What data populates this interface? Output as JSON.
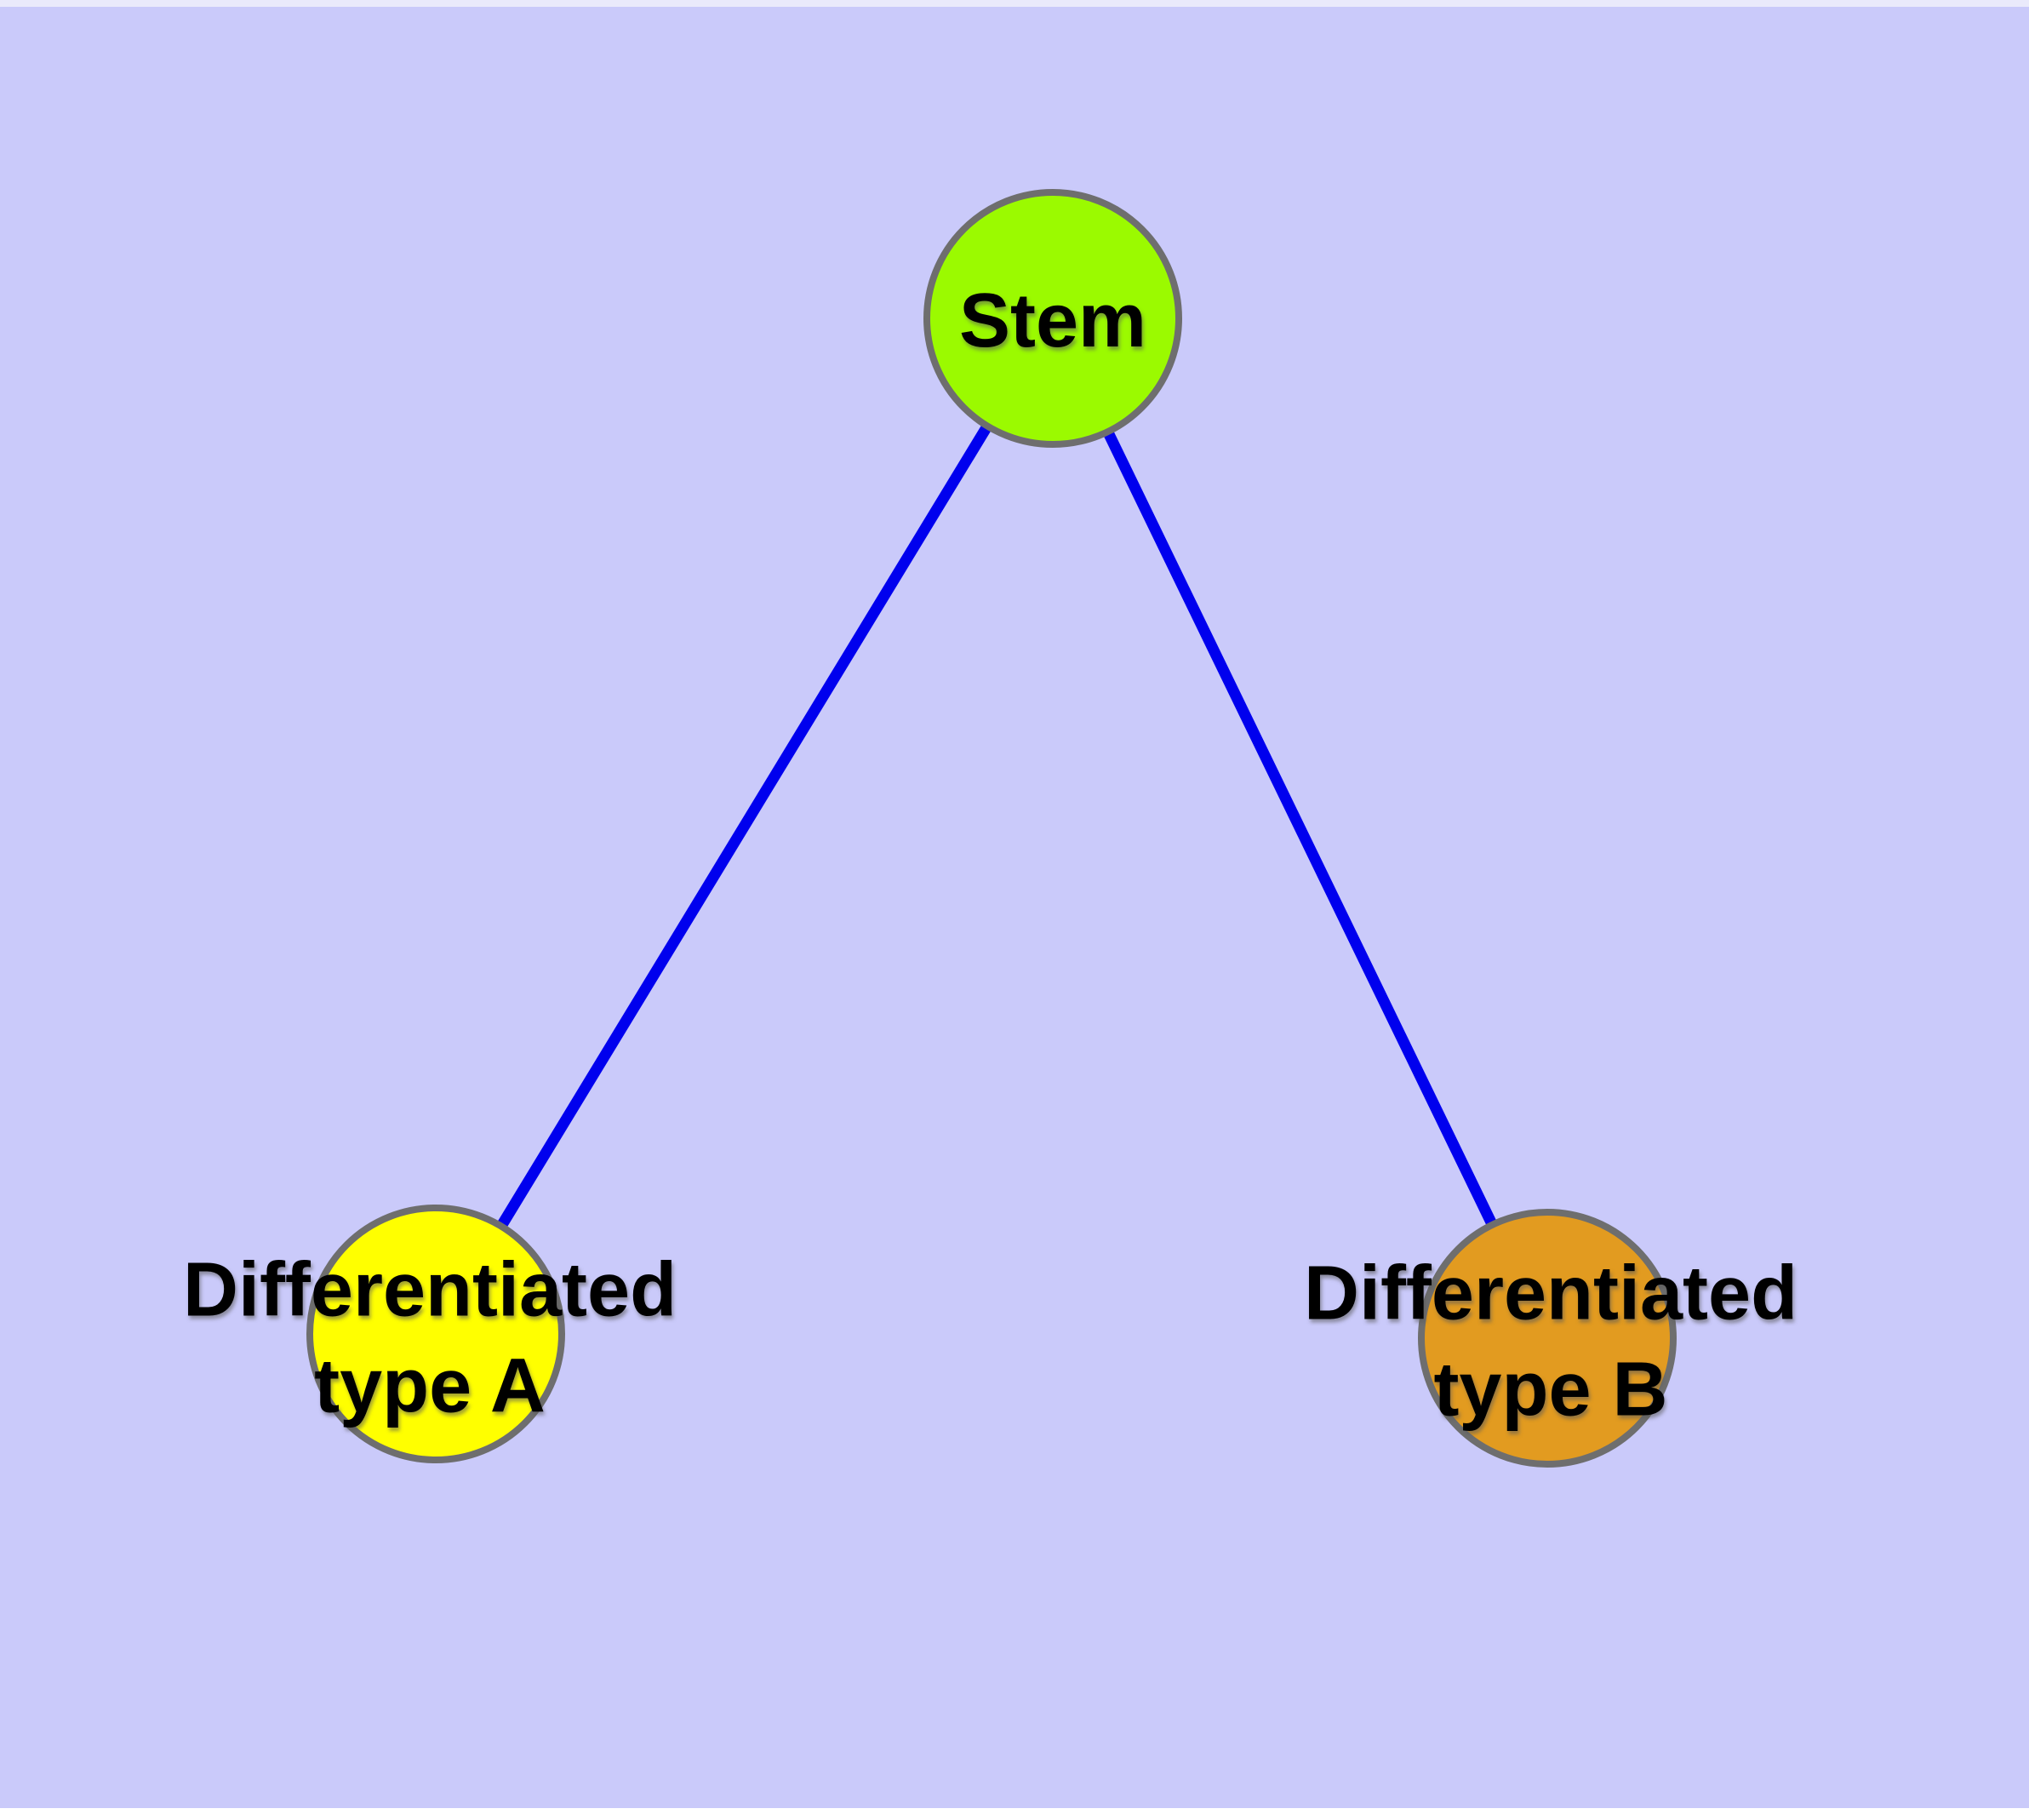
{
  "diagram": {
    "background_color": "#cacafa",
    "top_strip_color": "#eaeafb",
    "bottom_strip_color": "#ffffff",
    "edge_color": "#0000ee",
    "node_border_color": "#6e6e6e",
    "text_color": "#000000",
    "nodes": [
      {
        "id": "stem",
        "label": "Stem",
        "fill_color": "#9bfa00"
      },
      {
        "id": "differentiated-type-a",
        "label_line1": "Differentiated",
        "label_line2": "type A",
        "fill_color": "#ffff00"
      },
      {
        "id": "differentiated-type-b",
        "label_line1": "Differentiated",
        "label_line2": "type B",
        "fill_color": "#e29b20"
      }
    ],
    "edges": [
      {
        "from": "Stem",
        "to": "Differentiated type A"
      },
      {
        "from": "Stem",
        "to": "Differentiated type B"
      }
    ]
  }
}
